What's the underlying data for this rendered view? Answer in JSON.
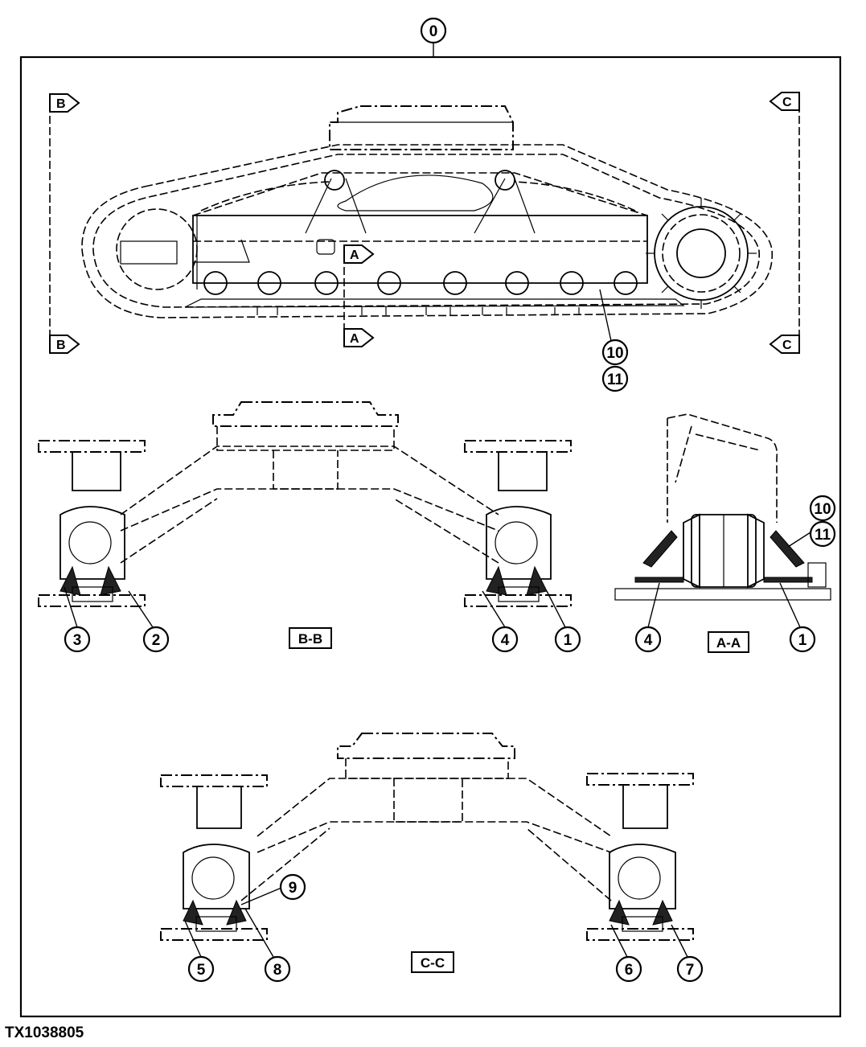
{
  "figure": {
    "id": "TX1038805"
  },
  "callouts": {
    "c0": "0",
    "c1": "1",
    "c2": "2",
    "c3": "3",
    "c4": "4",
    "c5": "5",
    "c6": "6",
    "c7": "7",
    "c8": "8",
    "c9": "9",
    "c10": "10",
    "c11": "11"
  },
  "sections": {
    "bb": "B-B",
    "aa": "A-A",
    "cc": "C-C"
  },
  "arrows": {
    "b": "B",
    "c": "C",
    "a": "A"
  }
}
